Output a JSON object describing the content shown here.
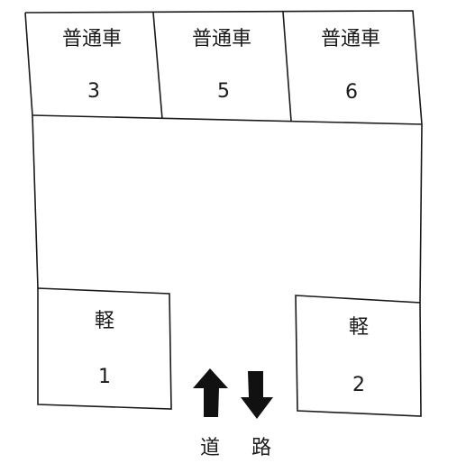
{
  "spaces": {
    "top": [
      {
        "type": "普通車",
        "number": "3"
      },
      {
        "type": "普通車",
        "number": "5"
      },
      {
        "type": "普通車",
        "number": "6"
      }
    ],
    "bottom_left": {
      "type": "軽",
      "number": "1"
    },
    "bottom_right": {
      "type": "軽",
      "number": "2"
    }
  },
  "road": {
    "label_1": "道",
    "label_2": "路",
    "arrow_in": "arrow-up-icon",
    "arrow_out": "arrow-down-icon"
  }
}
